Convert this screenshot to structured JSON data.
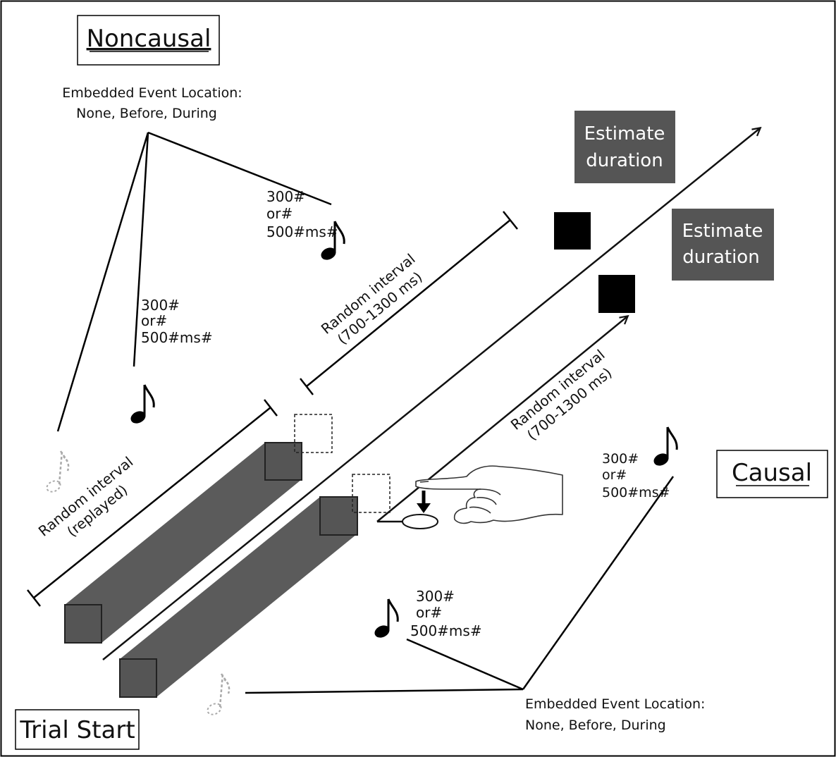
{
  "labels": {
    "noncausal": "Noncausal",
    "causal": "Causal",
    "trial_start": "Trial Start",
    "embedded_top_line1": "Embedded Event Location:",
    "embedded_top_line2": "None, Before, During",
    "embedded_bottom_line1": "Embedded Event Location:",
    "embedded_bottom_line2": "None, Before, During",
    "estimate_line1": "Estimate",
    "estimate_line2": "duration",
    "tone_line1": "300#",
    "tone_line2": "or#",
    "tone_line3": "500#ms#",
    "random_interval": "Random interval",
    "interval_range": "(700-1300 ms)",
    "replayed": "(replayed)"
  },
  "icons": {
    "music_note": "music-note-icon",
    "ghost_note": "faded-music-note-icon",
    "hand": "pointing-hand-icon",
    "button": "response-button-icon",
    "down_arrow": "press-arrow-icon"
  },
  "colors": {
    "stimulus_square": "#555555",
    "dark_square": "#000000",
    "estimate_box": "#555555",
    "line": "#111111",
    "ghost": "#aaaaaa"
  }
}
